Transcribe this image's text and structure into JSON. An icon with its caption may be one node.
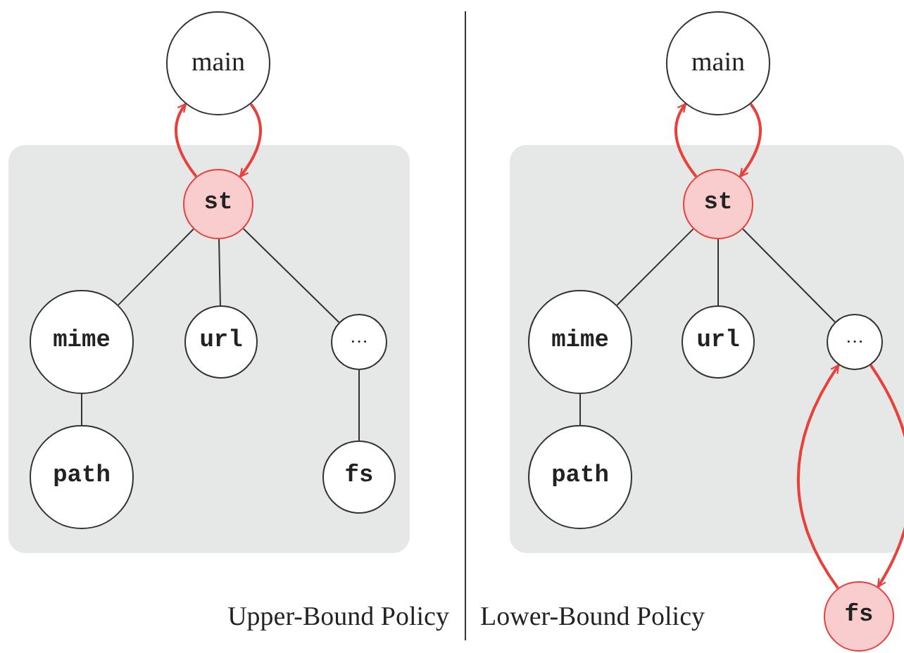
{
  "diagram": {
    "nodes": [
      {
        "text": [
          "main"
        ]
      },
      {
        "text": [],
        "shape": "box"
      },
      {
        "text": [
          "st"
        ],
        "in": 1
      },
      {
        "text": [
          "mime"
        ],
        "in": 1
      },
      {
        "text": [
          "url"
        ],
        "in": 1
      },
      {
        "text": [
          "···"
        ],
        "in": 1
      },
      {
        "text": [
          "path"
        ],
        "in": 1
      },
      {
        "text": [
          "fs"
        ],
        "in": 1
      },
      {
        "text": [
          "main"
        ]
      },
      {
        "text": [],
        "shape": "box"
      },
      {
        "text": [
          "st"
        ],
        "in": 9
      },
      {
        "text": [
          "mime"
        ],
        "in": 9
      },
      {
        "text": [
          "url"
        ],
        "in": 9
      },
      {
        "text": [
          "···"
        ],
        "in": 9
      },
      {
        "text": [
          "path"
        ],
        "in": 9
      },
      {
        "text": [
          "fs"
        ]
      }
    ],
    "edges": [
      {
        "from": 2,
        "to": 0,
        "arrow": "to",
        "color": "#e8413c"
      },
      {
        "from": 0,
        "to": 2,
        "arrow": "to",
        "color": "#e8413c"
      },
      {
        "from": 2,
        "to": 3,
        "arrow": "none"
      },
      {
        "from": 2,
        "to": 4,
        "arrow": "none"
      },
      {
        "from": 2,
        "to": 5,
        "arrow": "none"
      },
      {
        "from": 3,
        "to": 6,
        "arrow": "none"
      },
      {
        "from": 5,
        "to": 7,
        "arrow": "none"
      },
      {
        "from": 10,
        "to": 8,
        "arrow": "to",
        "color": "#e8413c"
      },
      {
        "from": 8,
        "to": 10,
        "arrow": "to",
        "color": "#e8413c"
      },
      {
        "from": 10,
        "to": 11,
        "arrow": "none"
      },
      {
        "from": 10,
        "to": 12,
        "arrow": "none"
      },
      {
        "from": 10,
        "to": 13,
        "arrow": "none"
      },
      {
        "from": 11,
        "to": 14,
        "arrow": "none"
      },
      {
        "from": 15,
        "to": 13,
        "arrow": "to",
        "color": "#e8413c"
      },
      {
        "from": 13,
        "to": 15,
        "arrow": "to",
        "color": "#e8413c"
      }
    ],
    "labels": [
      "Upper-Bound Policy",
      "Lower-Bound Policy"
    ]
  }
}
